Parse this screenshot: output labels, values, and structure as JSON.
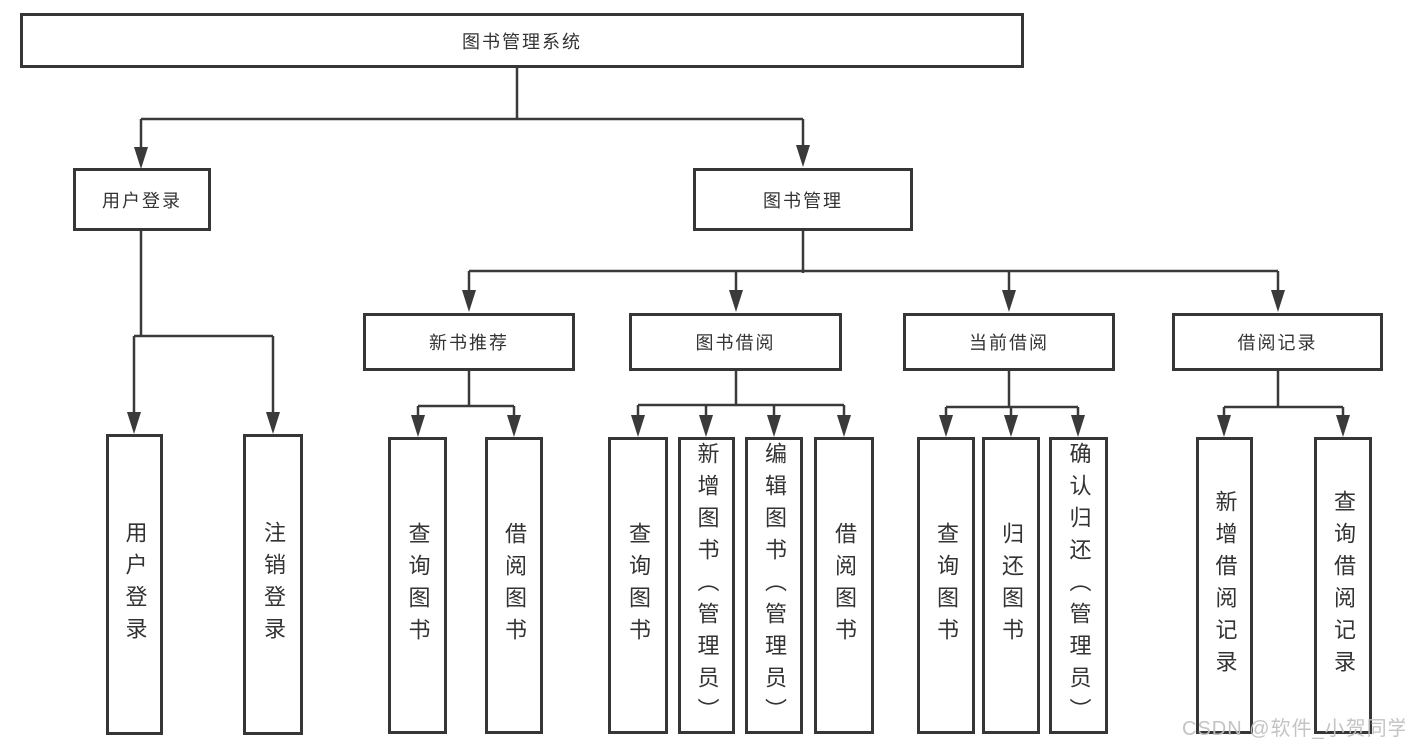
{
  "root": {
    "label": "图书管理系统"
  },
  "branches": [
    {
      "label": "用户登录",
      "leaves": [
        {
          "label": "用户登录"
        },
        {
          "label": "注销登录"
        }
      ]
    },
    {
      "label": "图书管理",
      "groups": [
        {
          "label": "新书推荐",
          "leaves": [
            {
              "label": "查询图书"
            },
            {
              "label": "借阅图书"
            }
          ]
        },
        {
          "label": "图书借阅",
          "leaves": [
            {
              "label": "查询图书"
            },
            {
              "label": "新增图书（管理员）"
            },
            {
              "label": "编辑图书（管理员）"
            },
            {
              "label": "借阅图书"
            }
          ]
        },
        {
          "label": "当前借阅",
          "leaves": [
            {
              "label": "查询图书"
            },
            {
              "label": "归还图书"
            },
            {
              "label": "确认归还（管理员）"
            }
          ]
        },
        {
          "label": "借阅记录",
          "leaves": [
            {
              "label": "新增借阅记录"
            },
            {
              "label": "查询借阅记录"
            }
          ]
        }
      ]
    }
  ],
  "watermark": {
    "label": "CSDN @软件_小贺同学"
  },
  "colors": {
    "line": "#3a3a3a",
    "box_border": "#363636",
    "text": "#333333",
    "watermark": "#c1c1c1",
    "background": "#ffffff"
  }
}
